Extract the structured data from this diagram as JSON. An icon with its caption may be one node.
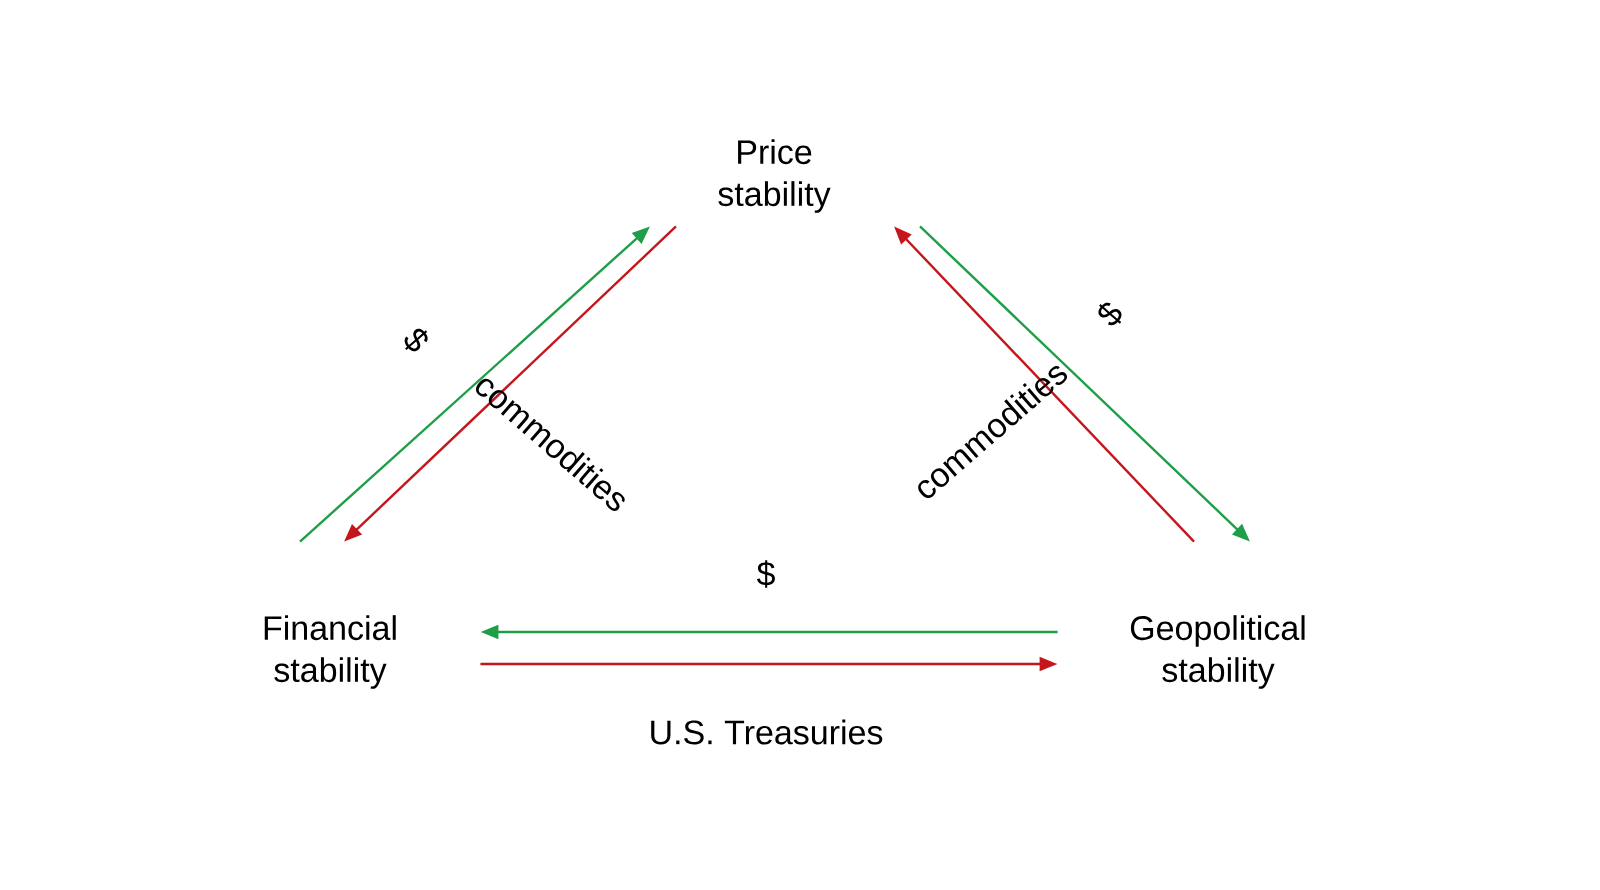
{
  "diagram": {
    "nodes": [
      {
        "text": [
          "Price stability"
        ]
      },
      {
        "text": [
          "Financial stability"
        ]
      },
      {
        "text": [
          "Geopolitical stability"
        ]
      }
    ],
    "edges": [
      {
        "from": 1,
        "to": 0,
        "arrow": "to",
        "label": "$",
        "color": "#1f9e48"
      },
      {
        "from": 0,
        "to": 1,
        "arrow": "to",
        "label": "commodities",
        "color": "#c4161c"
      },
      {
        "from": 0,
        "to": 2,
        "arrow": "to",
        "label": "$",
        "color": "#1f9e48"
      },
      {
        "from": 2,
        "to": 0,
        "arrow": "to",
        "label": "commodities",
        "color": "#c4161c"
      },
      {
        "from": 2,
        "to": 1,
        "arrow": "to",
        "label": "$",
        "color": "#1f9e48"
      },
      {
        "from": 1,
        "to": 2,
        "arrow": "to",
        "label": "U.S. Treasuries",
        "color": "#c4161c"
      }
    ]
  }
}
